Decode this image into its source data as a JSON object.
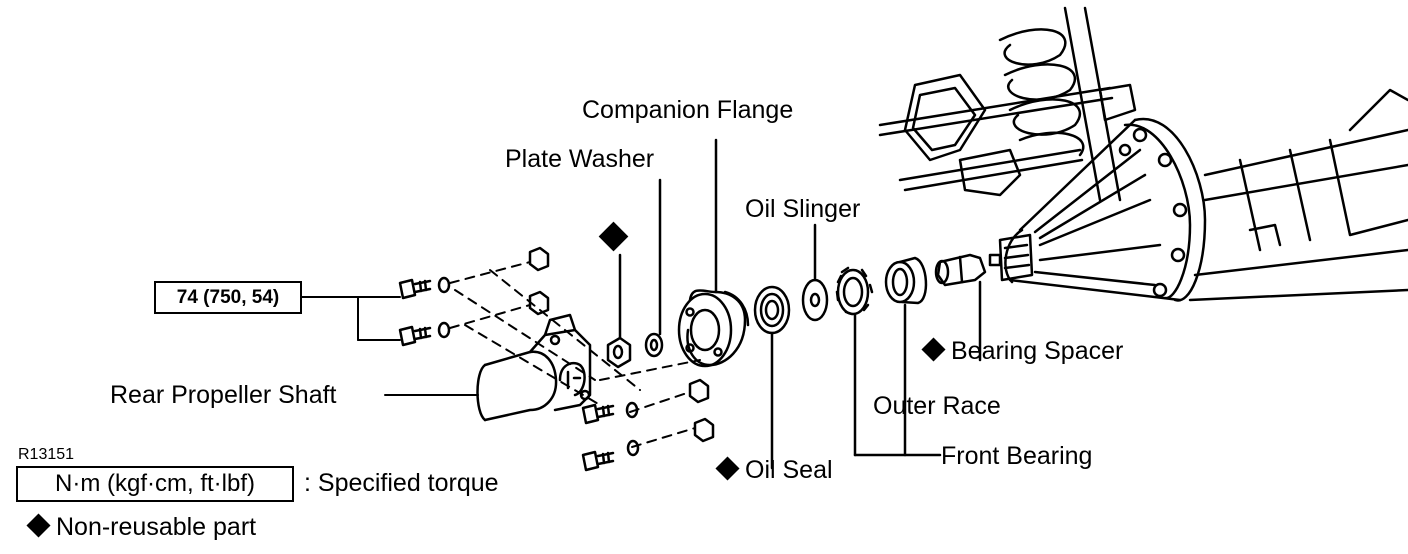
{
  "figure_code": "R13151",
  "torque_value": "74 (750, 54)",
  "legend": {
    "torque_units": "N·m (kgf·cm, ft·lbf)",
    "torque_desc": ": Specified torque",
    "non_reusable": "Non-reusable part"
  },
  "labels": {
    "companion_flange": "Companion Flange",
    "plate_washer": "Plate Washer",
    "oil_slinger": "Oil Slinger",
    "bearing_spacer": "Bearing Spacer",
    "outer_race": "Outer Race",
    "front_bearing": "Front Bearing",
    "oil_seal": "Oil Seal",
    "rear_propeller_shaft": "Rear Propeller Shaft"
  },
  "icons": {
    "non_reusable_marker": "black-diamond-icon"
  }
}
